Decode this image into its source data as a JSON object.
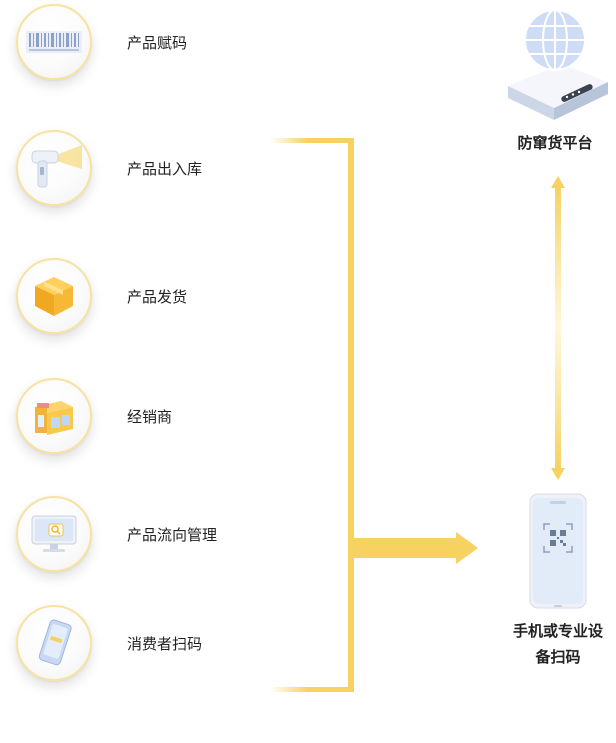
{
  "steps": [
    {
      "label": "产品赋码",
      "icon": "barcode-icon"
    },
    {
      "label": "产品出入库",
      "icon": "scanner-gun-icon"
    },
    {
      "label": "产品发货",
      "icon": "package-box-icon"
    },
    {
      "label": "经销商",
      "icon": "shop-icon"
    },
    {
      "label": "产品流向管理",
      "icon": "monitor-icon"
    },
    {
      "label": "消费者扫码",
      "icon": "phone-icon"
    }
  ],
  "platform": {
    "label": "防窜货平台",
    "icon": "globe-server-icon"
  },
  "device": {
    "label_line1": "手机或专业设",
    "label_line2": "备扫码",
    "icon": "qr-phone-icon"
  },
  "colors": {
    "accent": "#f6d260",
    "ring": "#f7e2a0",
    "text": "#222222"
  }
}
